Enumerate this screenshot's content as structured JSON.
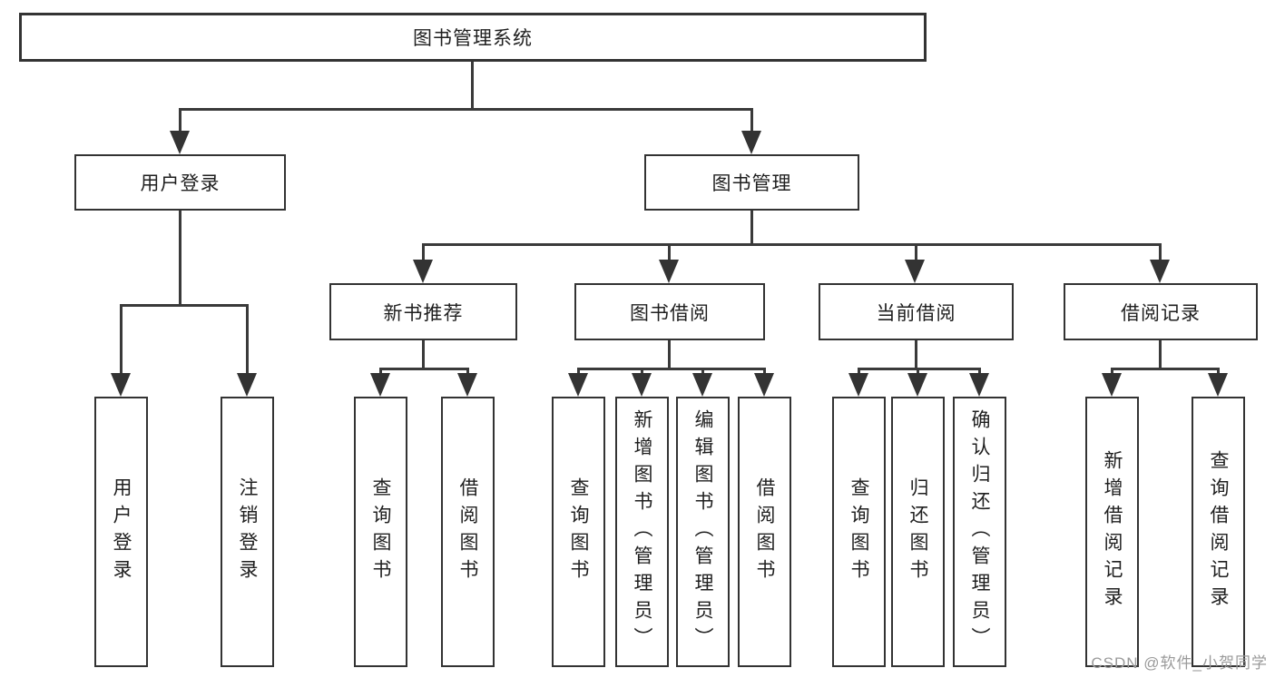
{
  "tree": {
    "label": "图书管理系统",
    "children": [
      {
        "label": "用户登录",
        "children": [
          {
            "label": "用户登录"
          },
          {
            "label": "注销登录"
          }
        ]
      },
      {
        "label": "图书管理",
        "children": [
          {
            "label": "新书推荐",
            "children": [
              {
                "label": "查询图书"
              },
              {
                "label": "借阅图书"
              }
            ]
          },
          {
            "label": "图书借阅",
            "children": [
              {
                "label": "查询图书"
              },
              {
                "label": "新增图书（管理员）"
              },
              {
                "label": "编辑图书（管理员）"
              },
              {
                "label": "借阅图书"
              }
            ]
          },
          {
            "label": "当前借阅",
            "children": [
              {
                "label": "查询图书"
              },
              {
                "label": "归还图书"
              },
              {
                "label": "确认归还（管理员）"
              }
            ]
          },
          {
            "label": "借阅记录",
            "children": [
              {
                "label": "新增借阅记录"
              },
              {
                "label": "查询借阅记录"
              }
            ]
          }
        ]
      }
    ]
  },
  "watermark": "CSDN @软件_小贺同学",
  "colors": {
    "line": "#3a3a3a",
    "box_border": "#333333",
    "text": "#1f1f1f",
    "watermark_text": "#9a9a9a",
    "background": "#ffffff"
  }
}
